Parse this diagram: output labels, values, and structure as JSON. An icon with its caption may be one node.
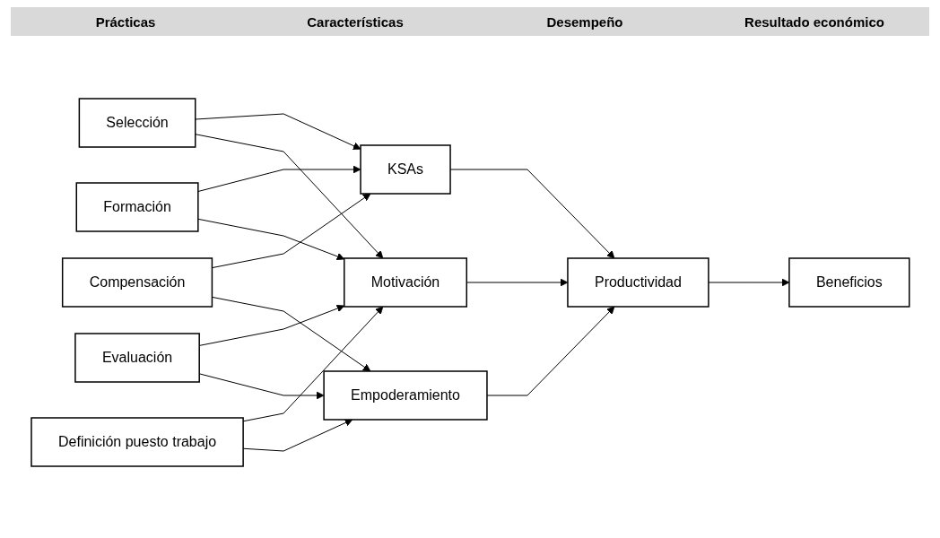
{
  "diagram": {
    "nodes": [
      {
        "text": [
          "Selección"
        ]
      },
      {
        "text": [
          "Formación"
        ]
      },
      {
        "text": [
          "Evaluación"
        ]
      },
      {
        "text": [
          "Compensación"
        ]
      },
      {
        "text": [
          "Definición puesto trabajo"
        ]
      },
      {
        "text": [
          "KSAs"
        ]
      },
      {
        "text": [
          "Motivación"
        ]
      },
      {
        "text": [
          "Empoderamiento"
        ]
      },
      {
        "text": [
          "Productividad"
        ]
      },
      {
        "text": [
          "Beneficios"
        ]
      }
    ],
    "edges": [
      {
        "from": 0,
        "to": 5,
        "arrow": "to"
      },
      {
        "from": 0,
        "to": 6,
        "arrow": "to"
      },
      {
        "from": 1,
        "to": 5,
        "arrow": "to"
      },
      {
        "from": 1,
        "to": 6,
        "arrow": "to"
      },
      {
        "from": 2,
        "to": 6,
        "arrow": "to"
      },
      {
        "from": 2,
        "to": 7,
        "arrow": "to"
      },
      {
        "from": 3,
        "to": 5,
        "arrow": "to"
      },
      {
        "from": 3,
        "to": 7,
        "arrow": "to"
      },
      {
        "from": 4,
        "to": 6,
        "arrow": "to"
      },
      {
        "from": 4,
        "to": 7,
        "arrow": "to"
      },
      {
        "from": 5,
        "to": 8,
        "arrow": "to"
      },
      {
        "from": 6,
        "to": 8,
        "arrow": "to"
      },
      {
        "from": 7,
        "to": 8,
        "arrow": "to"
      },
      {
        "from": 8,
        "to": 9,
        "arrow": "to"
      }
    ],
    "labels": [
      "Prácticas",
      "Características",
      "Desempeño",
      "Resultado económico"
    ]
  }
}
